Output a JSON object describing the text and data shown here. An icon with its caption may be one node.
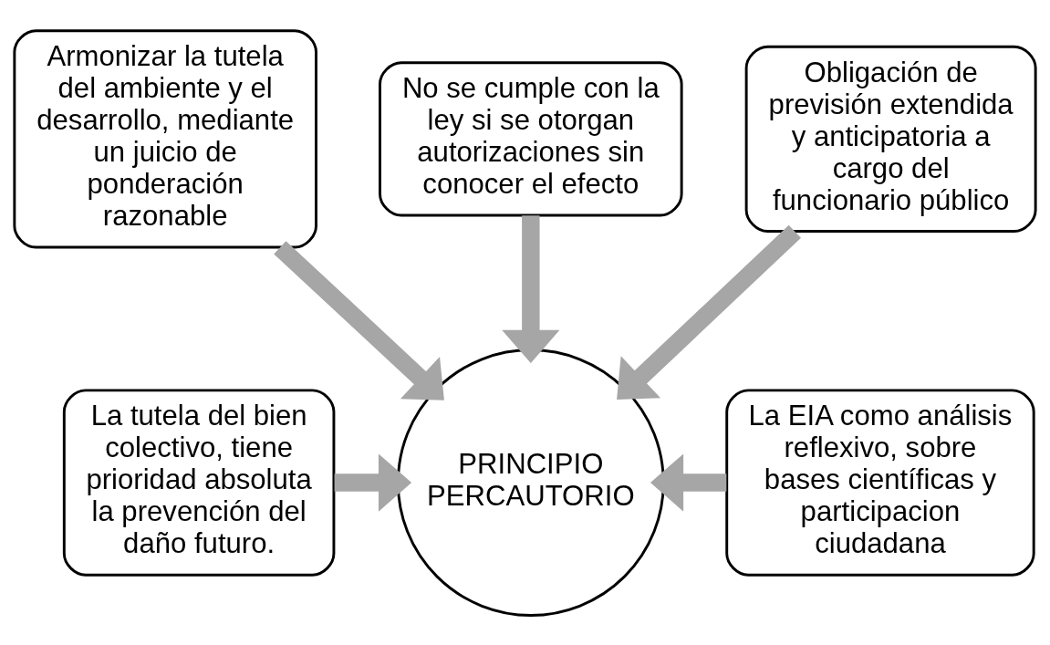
{
  "diagram": {
    "nodes": [
      {
        "text": [
          "No se cumple con la ley si se otorgan autorizaciones sin conocer el efecto"
        ]
      },
      {
        "text": [
          "Armonizar la tutela del ambiente y el desarrollo, mediante un juicio de ponderación razonable"
        ]
      },
      {
        "text": [
          "Obligación de previsión extendida y anticipatoria a cargo del funcionario público"
        ]
      },
      {
        "text": [
          "La tutela del bien colectivo, tiene prioridad absoluta la prevención del daño futuro."
        ]
      },
      {
        "text": [
          "PRINCIPIO PERCAUTORIO"
        ]
      },
      {
        "text": [
          "La EIA como análisis reflexivo, sobre bases científicas y participacion ciudadana"
        ]
      }
    ],
    "edges": [
      {
        "from": 1,
        "to": 4,
        "arrow": "to"
      },
      {
        "from": 0,
        "to": 4,
        "arrow": "to"
      },
      {
        "from": 2,
        "to": 4,
        "arrow": "to"
      },
      {
        "from": 3,
        "to": 4,
        "arrow": "to"
      },
      {
        "from": 5,
        "to": 4,
        "arrow": "to"
      }
    ]
  }
}
